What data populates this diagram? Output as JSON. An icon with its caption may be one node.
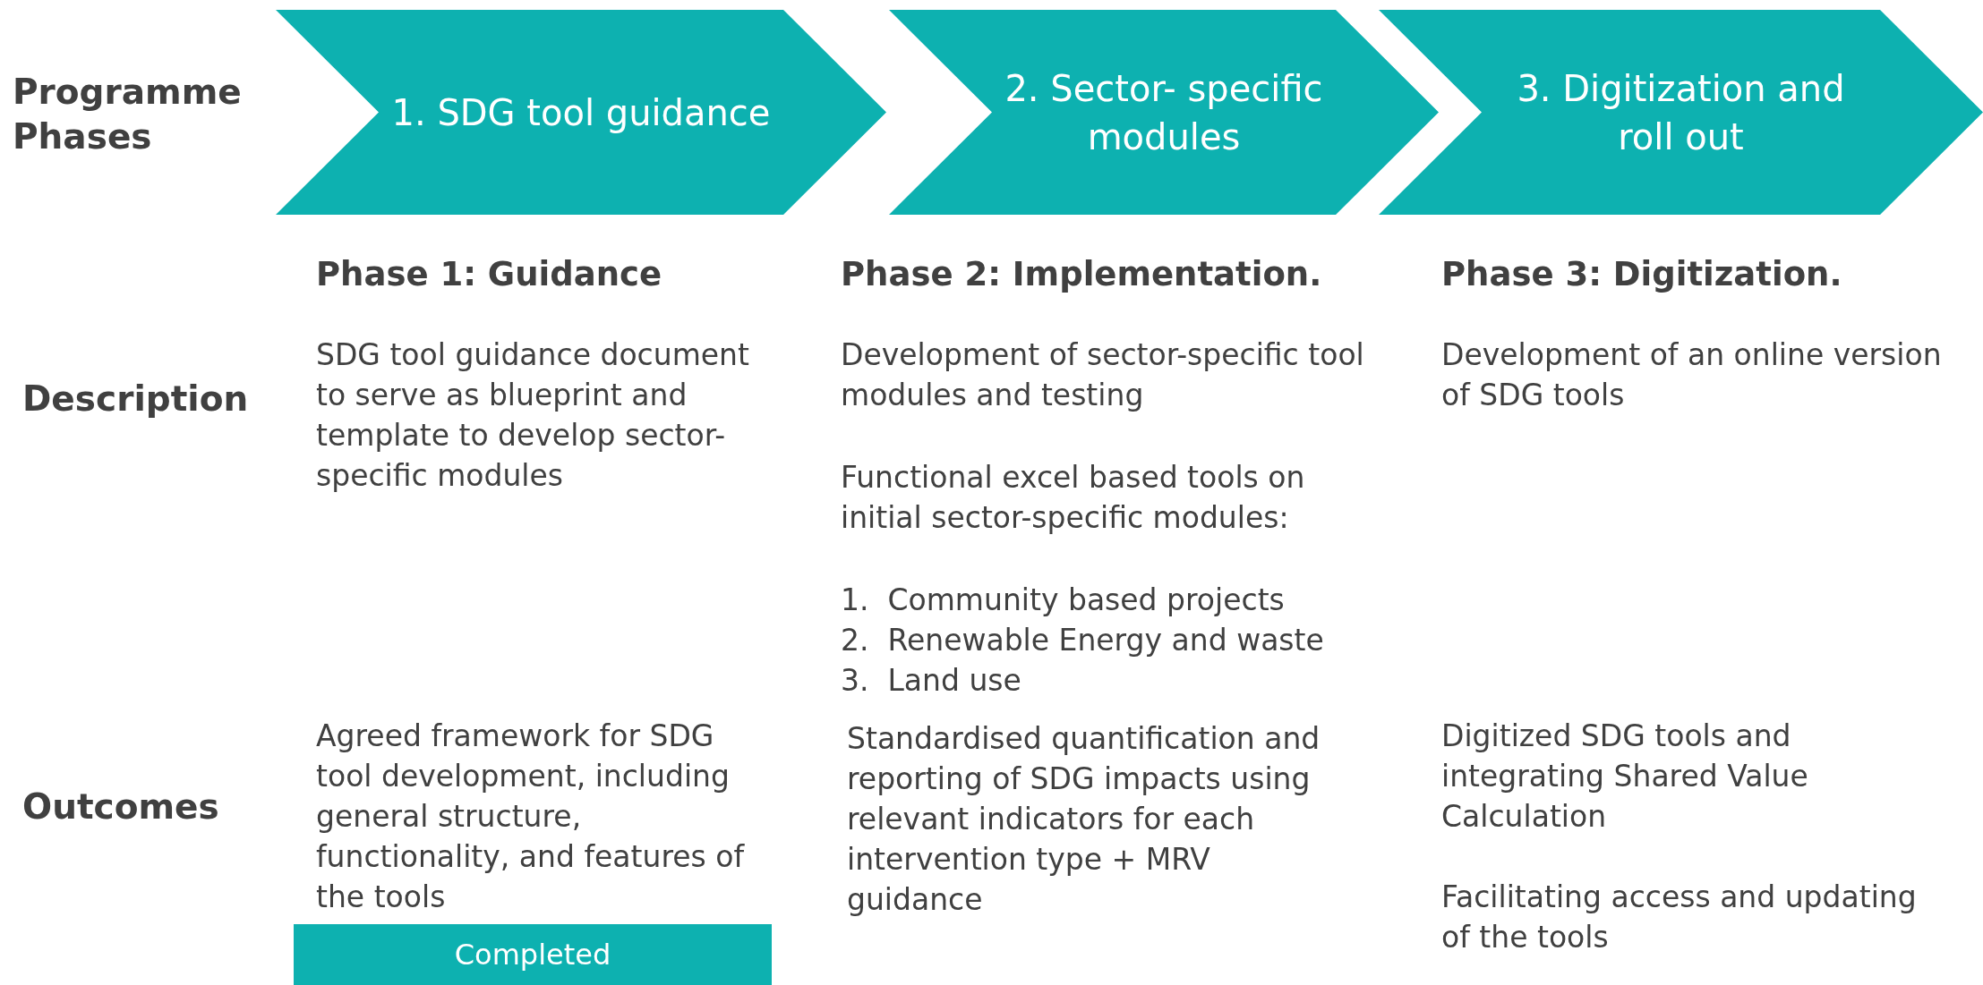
{
  "diagram": {
    "nodes": [
      {
        "text": [
          "1. SDG tool guidance"
        ]
      },
      {
        "text": [
          "2. Sector- specific modules"
        ]
      },
      {
        "text": [
          "3. Digitization and roll out"
        ]
      },
      {
        "text": [
          "Completed"
        ]
      }
    ],
    "labels": [
      "Programme Phases",
      "Phase 1: Guidance",
      "**Phase 2: Implementation**.",
      "**Phase 3: Digitization**.",
      "Description",
      "SDG tool guidance document to serve as blueprint and template to develop sector-specific modules",
      "Development of sector-specific tool modules and testing",
      "Functional excel based tools on initial sector-specific modules:",
      "1.  Community based projects",
      "2.  Renewable Energy and waste",
      "3.  Land use",
      "Development of an online version of SDG tools",
      "Outcomes",
      "Agreed framework for SDG tool development, including general structure, functionality, and features of the tools",
      "Standardised quantification and reporting of SDG impacts using relevant indicators for each intervention type + MRV guidance",
      "Digitized SDG tools and integrating Shared Value Calculation",
      "Facilitating access and updating of the tools"
    ]
  }
}
